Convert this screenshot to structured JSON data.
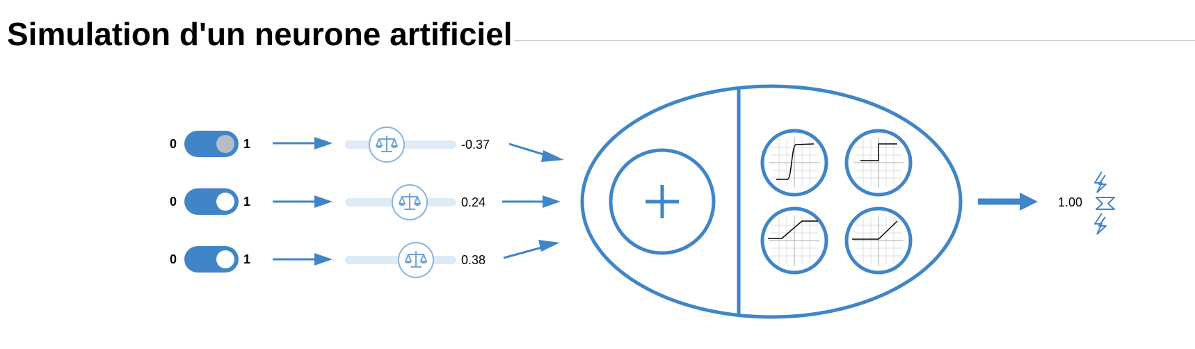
{
  "title": "Simulation d'un neurone artificiel",
  "accent_color": "#3f85c8",
  "inputs": [
    {
      "low_label": "0",
      "high_label": "1",
      "state": "on",
      "knob_color": "#b7bdc6",
      "weight": -0.37,
      "weight_label": "-0.37"
    },
    {
      "low_label": "0",
      "high_label": "1",
      "state": "on",
      "knob_color": "#ffffff",
      "weight": 0.24,
      "weight_label": "0.24"
    },
    {
      "low_label": "0",
      "high_label": "1",
      "state": "on",
      "knob_color": "#ffffff",
      "weight": 0.38,
      "weight_label": "0.38"
    }
  ],
  "summation_icon": "plus-icon",
  "activation_functions": [
    "sigmoid",
    "step",
    "ramp",
    "relu"
  ],
  "output_value": "1.00",
  "output_icon": "lightning-spark-icon",
  "weight_icon": "balance-scale-icon"
}
